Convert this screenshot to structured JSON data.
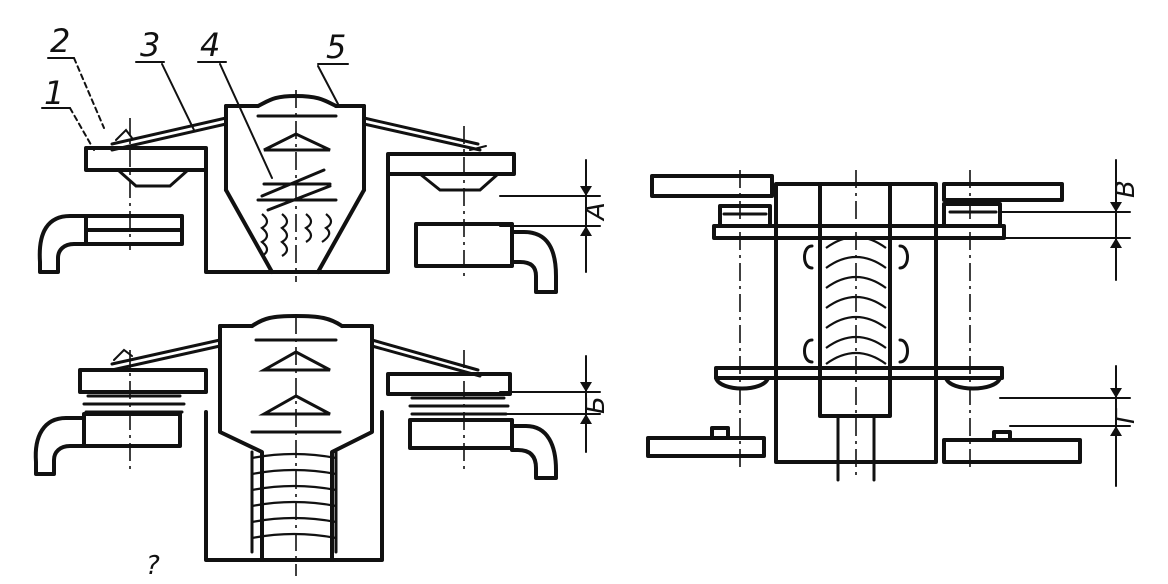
{
  "labels": {
    "part_1": "1",
    "part_2": "2",
    "part_3": "3",
    "part_4": "4",
    "part_5": "5"
  },
  "dimensions": {
    "gap_a": "А",
    "gap_b": "Б",
    "gap_v": "В",
    "gap_g": "Г"
  },
  "stray_mark": "?"
}
